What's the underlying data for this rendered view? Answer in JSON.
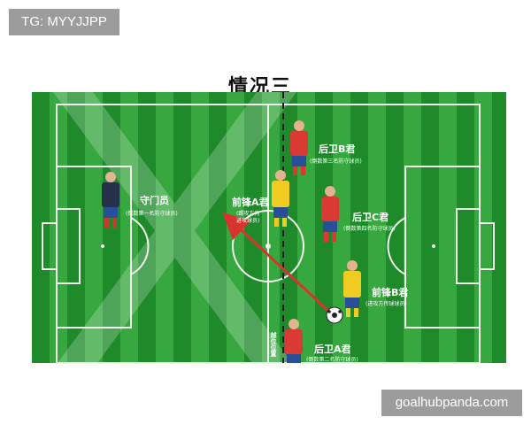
{
  "watermark_top": "TG: MYYJJPP",
  "watermark_bottom": "goalhubpanda.com",
  "title": "情况三",
  "players": {
    "goalkeeper": {
      "name": "守门员",
      "note": "(倒数第一名防守球员)"
    },
    "defender_b": {
      "name": "后卫B君",
      "note": "(倒数第三名防守球员)"
    },
    "forward_a": {
      "name": "前锋A君",
      "note_1": "(踢攻方向",
      "note_2": "进攻球员)"
    },
    "defender_c": {
      "name": "后卫C君",
      "note": "(倒数第四名防守球员)"
    },
    "forward_b": {
      "name": "前锋B君",
      "note": "(进攻方传球球员)"
    },
    "defender_a": {
      "name": "后卫A君",
      "note": "(倒数第二名防守球员)"
    }
  },
  "offside_position_label": "越位位置",
  "colors": {
    "grass_dark": "#1f8a2a",
    "grass_light": "#36a83d",
    "line": "#f2f6ee",
    "arrow": "#d8332e",
    "red_kit": "#d93a33",
    "yellow_kit": "#f0cc23",
    "dark_kit": "#25304a",
    "shorts": "#2a4f99"
  }
}
